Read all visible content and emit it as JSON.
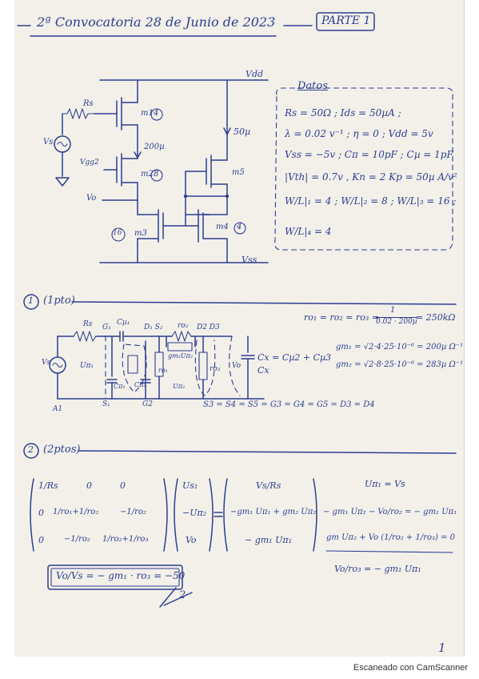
{
  "header": {
    "title": "2ª Convocatoria  28 de Junio de 2023",
    "part": "PARTE 1"
  },
  "datos": {
    "heading": "Datos",
    "lines": [
      "Rs = 50Ω ;  Ids = 50µA ;",
      "λ = 0.02 v⁻¹ ; η = 0 ; Vdd = 5v",
      "Vss = −5v ; Cπ = 10pF ; Cµ = 1pF",
      "|Vth| = 0.7v , Kn = 2 Kp = 50µ A/v²",
      "W/L|₁ = 4 ; W/L|₂ = 8 ; W/L|₃ = 16 ;",
      "W/L|₄ = 4"
    ]
  },
  "circuit1": {
    "vdd": "Vdd",
    "vss": "Vss",
    "rs": "Rs",
    "vs": "Vs",
    "vgg2": "Vgg2",
    "vo": "Vo",
    "i200": "200µ",
    "i50": "50µ",
    "m1": "m1",
    "m1_num": "4",
    "m2": "m2",
    "m2_num": "8",
    "m3": "m3",
    "m3_num": "16",
    "m4": "m4",
    "m4_num": "4",
    "m5": "m5"
  },
  "section1": {
    "label": "(1pto)",
    "num": "1",
    "ro_eq": "ro₁ = ro₂ = ro₃ =",
    "ro_num": "1",
    "ro_den": "0.02 · 200µ",
    "ro_val": "= 250kΩ",
    "gm1": "gm₁ = √2·4·25·10⁻⁶ = 200µ Ω⁻¹",
    "gm2": "gm₂ = √2·8·25·10⁻⁶ = 283µ Ω⁻¹",
    "c_eq": "Cx = Cµ2 + Cµ3",
    "nodes_bottom": "S3 = S4 = S5 = G3 = G4 = G5 = D3 = D4",
    "labels": {
      "rs": "Rs",
      "vs": "Vs",
      "upi1": "Uπ₁",
      "g1": "G₁",
      "cu1": "Cµ₁",
      "d1s2": "D₁ S₂",
      "ro2": "ro₂",
      "d2d3": "D2 D3",
      "gm2": "gm₂Uπ₂",
      "cpi1": "Cπ₁",
      "cpi2": "Cπ₂",
      "ro1": "ro₁",
      "ro3": "ro₃",
      "upi2": "Uπ₂",
      "vo": "Vo",
      "cx": "Cx",
      "s1": "S₁",
      "g2": "G2",
      "a1": "A1"
    }
  },
  "section2": {
    "label": "(2ptos)",
    "num": "2",
    "matrix": [
      [
        "1/Rs",
        "0",
        "0"
      ],
      [
        "0",
        "1/ro₁+1/ro₂",
        "−1/ro₂"
      ],
      [
        "0",
        "−1/ro₂",
        "1/ro₂+1/ro₃"
      ]
    ],
    "vector": [
      "Us₁",
      "−Uπ₂",
      "Vo"
    ],
    "rhs": [
      "Vs/Rs",
      "−gm₁ Uπ₁ + gm₂ Uπ₂",
      "− gm₁ Uπ₁"
    ],
    "eqs": [
      "Uπ₁ = Vs",
      "− gm₁ Uπ₂ − Vo/ro₂ = − gm₁ Uπ₁",
      "gm Uπ₂ + Vo (1/ro₂ + 1/ro₃) = 0",
      "Vo/ro₃ = − gm₁ Uπ₁"
    ],
    "result": "Vo/Vs = − gm₁ · ro₃ = −50",
    "score": "2"
  },
  "page_number": "1",
  "footer": "Escaneado con CamScanner"
}
